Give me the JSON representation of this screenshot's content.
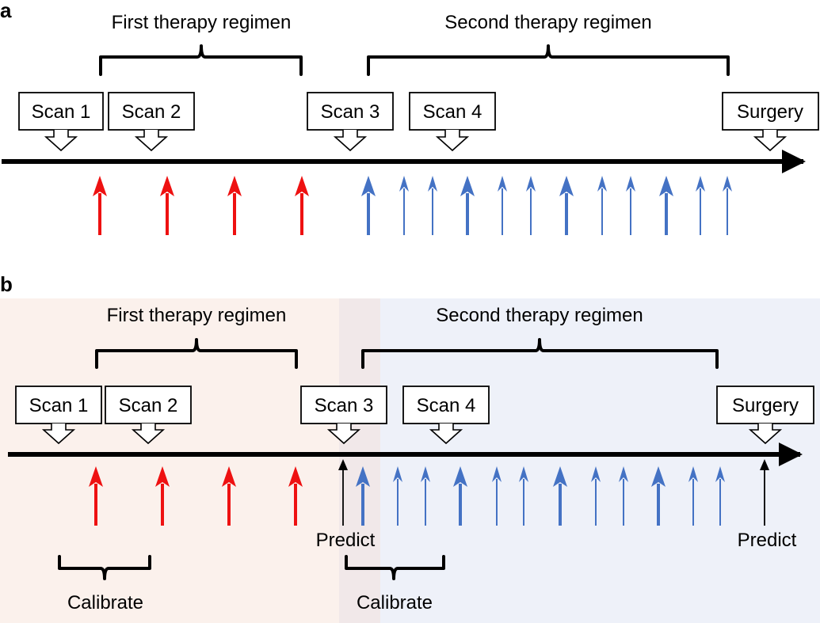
{
  "panel_a": {
    "label": "a",
    "regimen_1": "First therapy regimen",
    "regimen_2": "Second therapy regimen",
    "scans": [
      "Scan 1",
      "Scan 2",
      "Scan 3",
      "Scan 4",
      "Surgery"
    ]
  },
  "panel_b": {
    "label": "b",
    "regimen_1": "First therapy regimen",
    "regimen_2": "Second therapy regimen",
    "scans": [
      "Scan 1",
      "Scan 2",
      "Scan 3",
      "Scan 4",
      "Surgery"
    ],
    "predict_1": "Predict",
    "predict_2": "Predict",
    "calibrate_1": "Calibrate",
    "calibrate_2": "Calibrate"
  },
  "colors": {
    "first_regimen_arrows": "#ee1111",
    "second_regimen_arrows": "#4472c4",
    "first_regimen_bg": "#fbf1ec",
    "second_regimen_bg": "#eef1f9",
    "overlap_bg": "#f1e8e9",
    "axis": "#000000"
  }
}
